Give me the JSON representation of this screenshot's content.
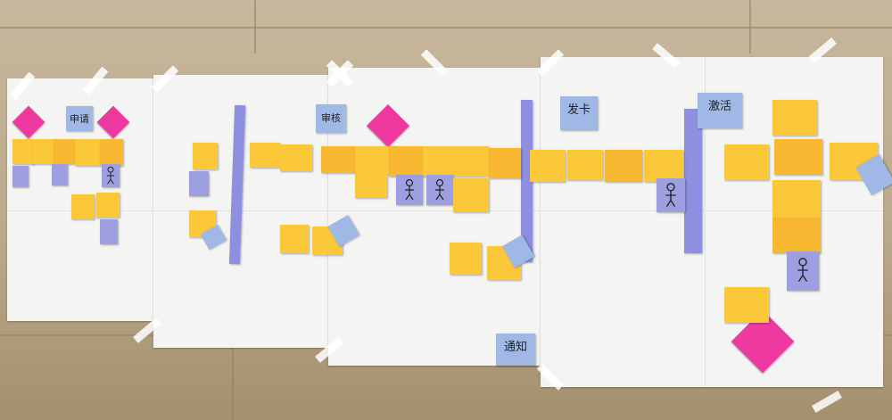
{
  "notes": {
    "shenqing": "申请",
    "shenhe": "审核",
    "faka": "发卡",
    "jihuo": "激活",
    "tongzhi": "通知"
  },
  "colors": {
    "yellow_note": "#fbc83a",
    "blue_note": "#9fb8e6",
    "violet_note": "#9e9fe0",
    "pink_note": "#ee3aa0",
    "paper": "#f4f4f2",
    "wall": "#bba98c"
  },
  "icons": [
    "stick-figure-icon"
  ]
}
